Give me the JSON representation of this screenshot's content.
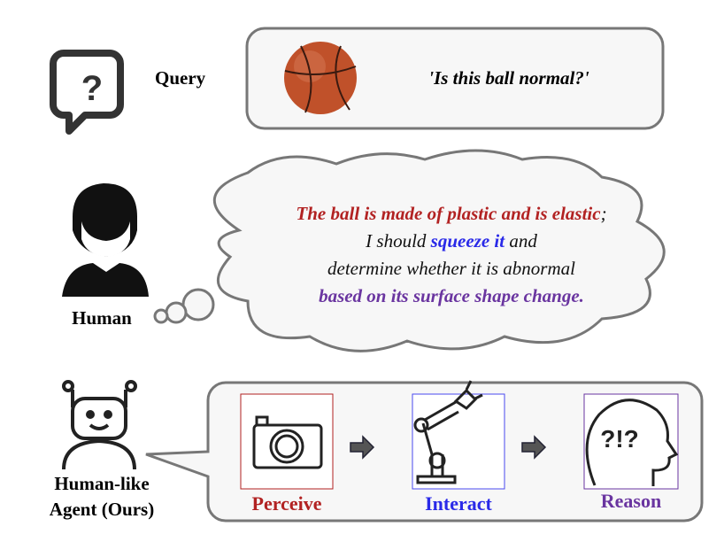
{
  "query": {
    "label": "Query",
    "question": "'Is this ball normal?'"
  },
  "human": {
    "label": "Human",
    "thought": {
      "line1": "The ball is made of plastic and is elastic",
      "line1_end": ";",
      "line2_pre": "I should ",
      "line2_em": "squeeze it",
      "line2_post": " and",
      "line3": "determine whether it is abnormal",
      "line4": "based on its surface shape change."
    }
  },
  "agent": {
    "label_line1": "Human-like",
    "label_line2": "Agent (Ours)",
    "steps": [
      {
        "label": "Perceive",
        "color": "#b22222",
        "icon": "camera-icon"
      },
      {
        "label": "Interact",
        "color": "#2a2ae8",
        "icon": "robot-arm-icon"
      },
      {
        "label": "Reason",
        "color": "#6a35a0",
        "icon": "head-thinking-icon"
      }
    ]
  },
  "colors": {
    "red": "#b22222",
    "blue": "#2a2ae8",
    "purple": "#6a35a0"
  }
}
